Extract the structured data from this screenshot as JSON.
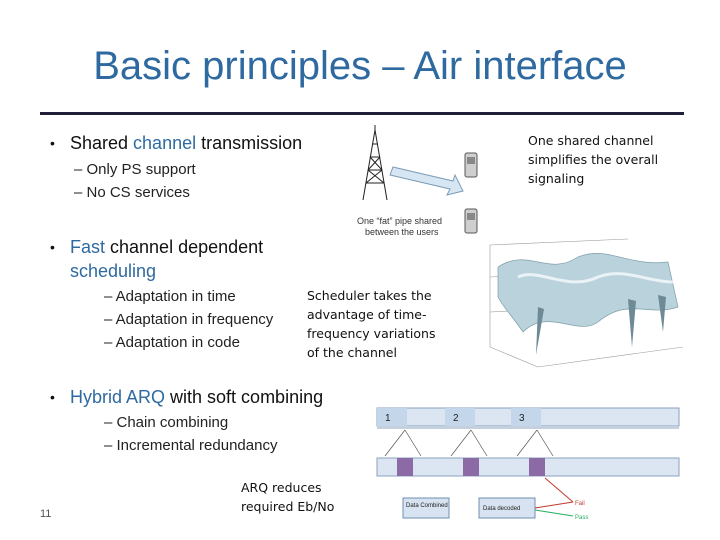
{
  "title": "Basic principles – Air interface",
  "bullets": [
    {
      "prefix": "",
      "highlight": "",
      "text": "Shared channel transmission",
      "hl_word": "channel"
    },
    {
      "highlight": "Fast",
      "text": " channel dependent scheduling"
    },
    {
      "highlight": "Hybrid ARQ",
      "text": " with soft combining"
    }
  ],
  "b1": {
    "pre": "Shared ",
    "hl": "channel",
    "post": " transmission"
  },
  "b1_subs": [
    "– Only PS support",
    "– No CS services"
  ],
  "b2": {
    "hl": "Fast",
    "post1": " channel dependent",
    "line2": "scheduling"
  },
  "b2_subs": [
    "– Adaptation in time",
    "– Adaptation in frequency",
    "– Adaptation in code"
  ],
  "b3": {
    "hl": "Hybrid ARQ",
    "post": " with soft combining"
  },
  "b3_subs": [
    "– Chain combining",
    "– Incremental redundancy"
  ],
  "note_shared": [
    "One shared channel",
    "simplifies the overall",
    "signaling"
  ],
  "note_scheduler": [
    "Scheduler takes the",
    "advantage of time-",
    "frequency variations",
    "of the channel"
  ],
  "note_arq": [
    "ARQ reduces",
    "required Eb/No"
  ],
  "fat_pipe_caption": [
    "One “fat” pipe shared",
    "between the users"
  ],
  "harq": {
    "slots": [
      "1",
      "2",
      "3"
    ],
    "labels": [
      "Data Combined",
      "Data decoded",
      "Fail",
      "Pass"
    ]
  },
  "page_number": "11",
  "colors": {
    "title": "#2e6aa0",
    "rule": "#1f1f3a",
    "highlight": "#2e6aa0"
  }
}
